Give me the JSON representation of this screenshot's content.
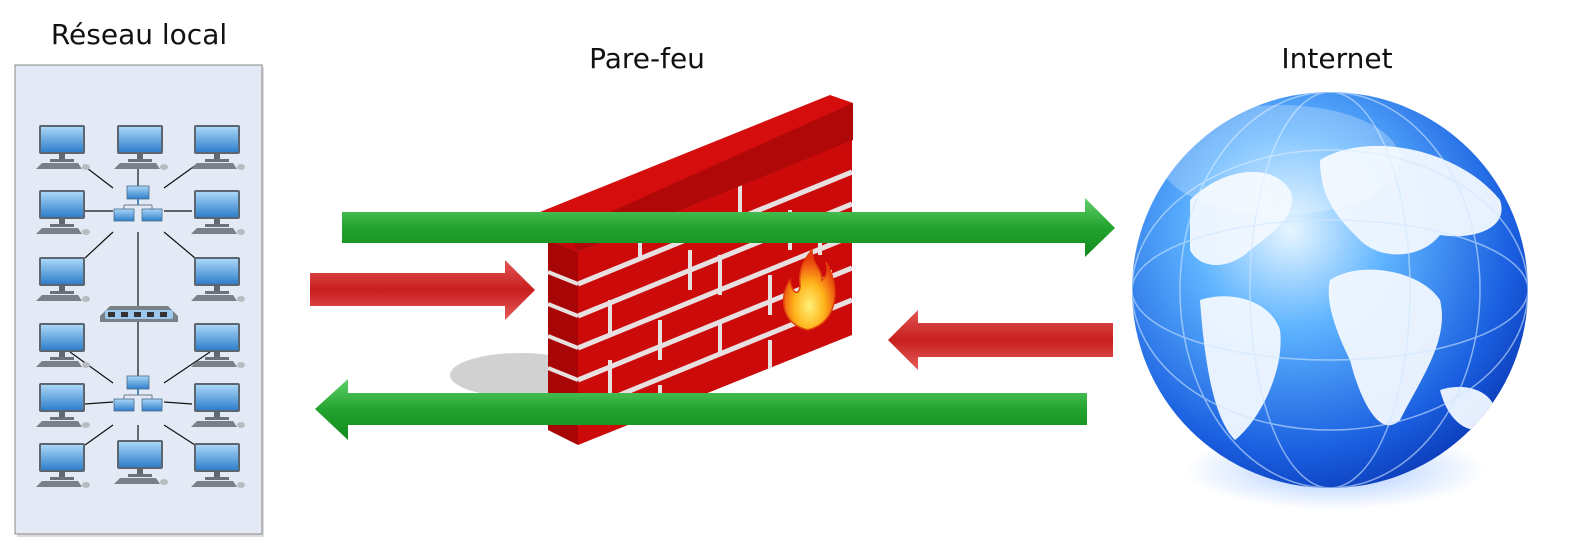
{
  "labels": {
    "local_network": "Réseau local",
    "firewall": "Pare-feu",
    "internet": "Internet"
  },
  "colors": {
    "panel_bg": "#e4eaf5",
    "allowed_arrow": "#1f9a2a",
    "blocked_arrow": "#d42a2a",
    "wall": "#cc0a0a",
    "globe": "#1f6fe8"
  },
  "icons": [
    "computer-icon",
    "hub-icon",
    "switch-icon",
    "firewall-wall-icon",
    "flame-icon",
    "globe-icon",
    "arrow-icon"
  ]
}
